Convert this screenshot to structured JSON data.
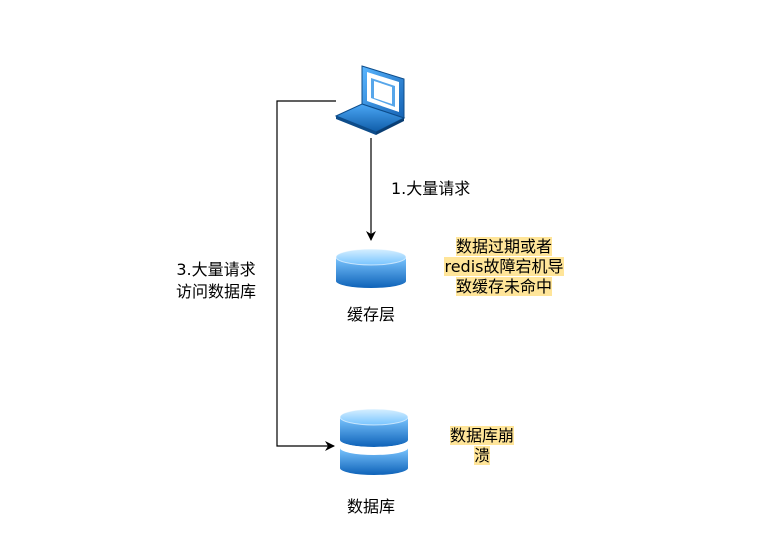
{
  "edges": {
    "request_label": "1.大量请求",
    "db_access_label_line1": "3.大量请求",
    "db_access_label_line2": "访问数据库"
  },
  "nodes": {
    "client": {
      "icon": "laptop-icon"
    },
    "cache": {
      "label": "缓存层",
      "icon": "database-icon"
    },
    "database": {
      "label": "数据库",
      "icon": "database-icon"
    }
  },
  "notes": {
    "cache_note_lines": [
      "数据过期或者",
      "redis故障宕机导",
      "致缓存未命中"
    ],
    "db_note_lines": [
      "数据库崩",
      "溃"
    ]
  },
  "colors": {
    "highlight": "#FFE599",
    "cylinder_top": "#8ED0FF",
    "cylinder_body": "#1E7FD6",
    "laptop_frame": "#2A86D8",
    "line": "#000000"
  }
}
